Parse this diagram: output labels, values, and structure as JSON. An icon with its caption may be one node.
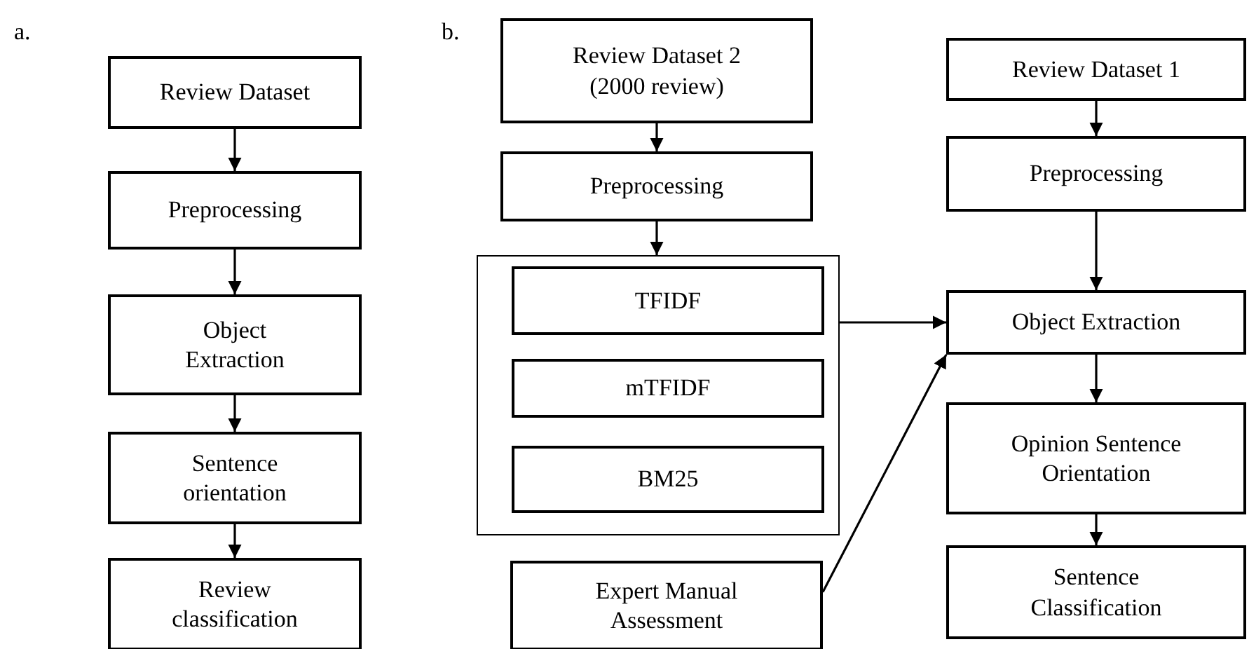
{
  "diagram": {
    "nodes": [
      {
        "text": [
          "Review Dataset"
        ]
      },
      {
        "text": [
          "Preprocessing"
        ]
      },
      {
        "text": [
          "Object Extraction"
        ]
      },
      {
        "text": [
          "Sentence orientation"
        ]
      },
      {
        "text": [
          "Review classification"
        ]
      },
      {
        "text": [
          "Review Dataset 2 (2000 review)"
        ]
      },
      {
        "text": [
          "Preprocessing"
        ]
      },
      {
        "text": [],
        "shape": "box"
      },
      {
        "text": [
          "TFIDF"
        ],
        "in": 7
      },
      {
        "text": [
          "mTFIDF"
        ],
        "in": 7
      },
      {
        "text": [
          "BM25"
        ],
        "in": 7
      },
      {
        "text": [
          "Expert Manual Assessment"
        ]
      },
      {
        "text": [
          "Review Dataset 1"
        ]
      },
      {
        "text": [
          "Preprocessing"
        ]
      },
      {
        "text": [
          "Object Extraction"
        ]
      },
      {
        "text": [
          "Opinion Sentence Orientation"
        ]
      },
      {
        "text": [
          "Sentence Classification"
        ]
      }
    ],
    "edges": [
      {
        "from": 0,
        "to": 1,
        "arrow": "to"
      },
      {
        "from": 1,
        "to": 2,
        "arrow": "to"
      },
      {
        "from": 2,
        "to": 3,
        "arrow": "to"
      },
      {
        "from": 3,
        "to": 4,
        "arrow": "to"
      },
      {
        "from": 5,
        "to": 6,
        "arrow": "to"
      },
      {
        "from": 6,
        "to": 7,
        "arrow": "to"
      },
      {
        "from": 7,
        "to": 14,
        "arrow": "to"
      },
      {
        "from": 11,
        "to": 14,
        "arrow": "to"
      },
      {
        "from": 12,
        "to": 13,
        "arrow": "to"
      },
      {
        "from": 13,
        "to": 14,
        "arrow": "to"
      },
      {
        "from": 14,
        "to": 15,
        "arrow": "to"
      },
      {
        "from": 15,
        "to": 16,
        "arrow": "to"
      }
    ],
    "labels": [
      "a.",
      "b."
    ]
  }
}
